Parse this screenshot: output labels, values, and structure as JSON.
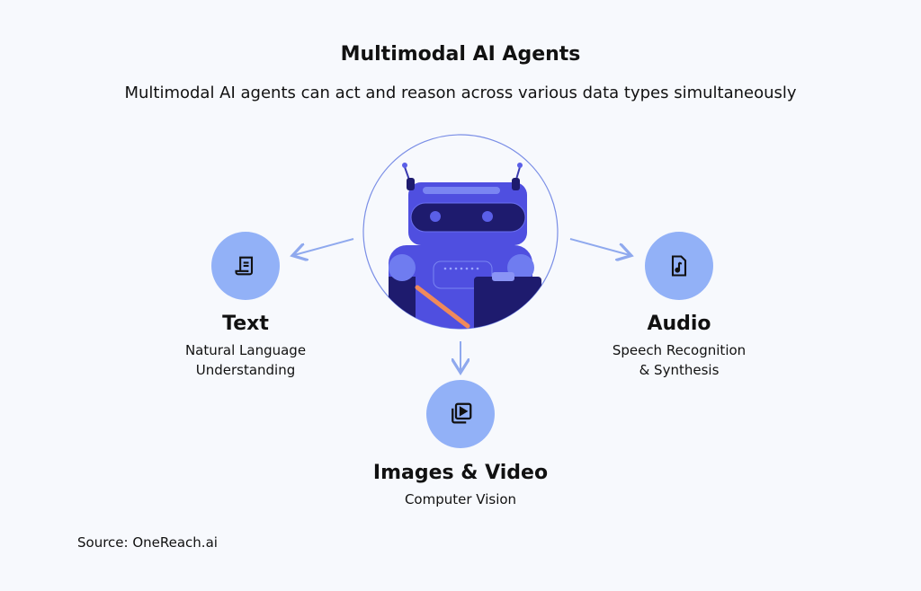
{
  "title": "Multimodal AI Agents",
  "subtitle": "Multimodal AI agents can act and reason across various data types simultaneously",
  "colors": {
    "node": "#92b1f7",
    "robot": "#4f4fe0",
    "robot_dark": "#1e1b6e",
    "arrow": "#8fa9ee",
    "background": "#f7f9fd"
  },
  "nodes": {
    "text": {
      "title": "Text",
      "line1": "Natural Language",
      "line2": "Understanding",
      "icon": "document-scroll-icon"
    },
    "audio": {
      "title": "Audio",
      "line1": "Speech Recognition",
      "line2": "& Synthesis",
      "icon": "music-file-icon"
    },
    "images": {
      "title": "Images & Video",
      "line1": "Computer Vision",
      "icon": "video-gallery-icon"
    }
  },
  "source": "Source: OneReach.ai"
}
